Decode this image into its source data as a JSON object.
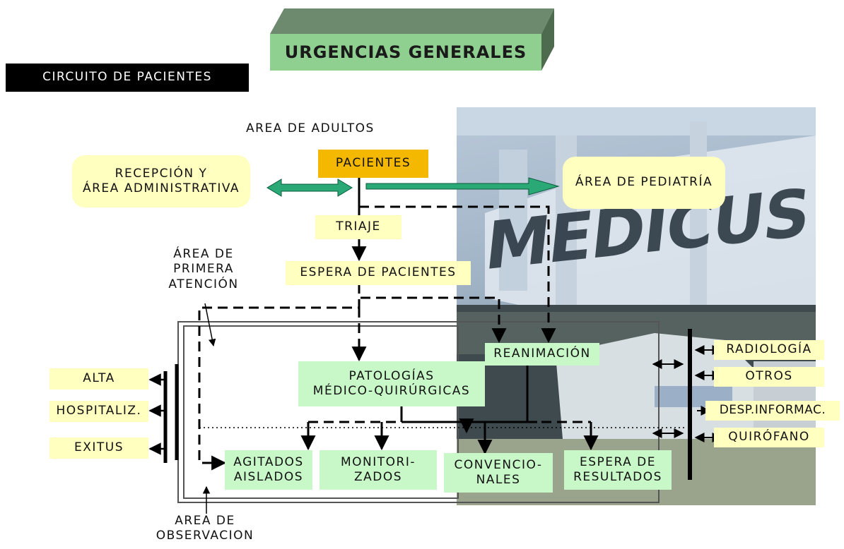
{
  "title": "URGENCIAS GENERALES",
  "subtitle": "CIRCUITO DE PACIENTES",
  "photo_text": "MEDICUS",
  "colors": {
    "title_front": "#8fcf8f",
    "title_top": "#6e8a6e",
    "yellow_box": "#ffffc0",
    "green_box": "#c8f7c8",
    "pacientes_box": "#f5b800",
    "arrow_teal": "#2aa876"
  },
  "labels": {
    "area_adultos": "AREA DE ADULTOS",
    "area_primera": "ÁREA DE\nPRIMERA\nATENCIÓN",
    "area_observacion": "AREA DE\nOBSERVACION"
  },
  "nodes": {
    "recepcion": "RECEPCIÓN Y\nÁREA ADMINISTRATIVA",
    "pacientes": "PACIENTES",
    "pediatria": "ÁREA DE PEDIATRÍA",
    "triaje": "TRIAJE",
    "espera_pacientes": "ESPERA DE PACIENTES",
    "reanimacion": "REANIMACIÓN",
    "patologias": "PATOLOGÍAS\nMÉDICO-QUIRÚRGICAS",
    "agitados": "AGITADOS\nAISLADOS",
    "monitorizados": "MONITORI-\nZADOS",
    "convencionales": "CONVENCIO-\nNALES",
    "espera_resultados": "ESPERA DE\nRESULTADOS"
  },
  "left_outcomes": [
    "ALTA",
    "HOSPITALIZ.",
    "EXITUS"
  ],
  "right_services": [
    "RADIOLOGÍA",
    "OTROS",
    "DESP.INFORMAC.",
    "QUIRÓFANO"
  ]
}
